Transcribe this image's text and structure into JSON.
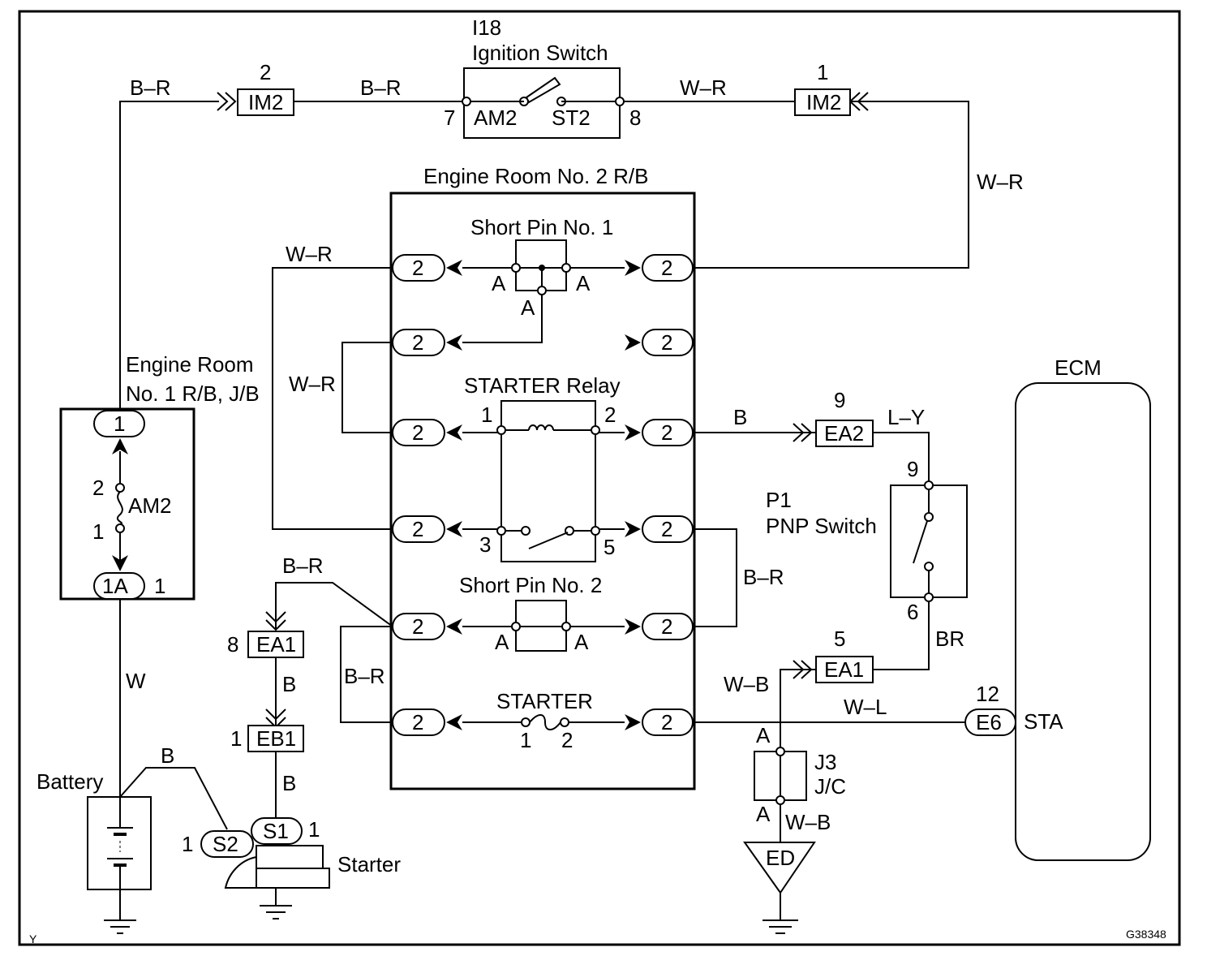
{
  "switch": {
    "code": "I18",
    "name": "Ignition Switch",
    "term_left": "AM2",
    "term_right": "ST2",
    "pin_left": "7",
    "pin_right": "8"
  },
  "conn": {
    "im2": "IM2",
    "im2_left_pin": "2",
    "im2_right_pin": "1",
    "ea2": "EA2",
    "ea2_pin": "9",
    "ea1_top": "EA1",
    "ea1_top_pin": "8",
    "eb1": "EB1",
    "eb1_pin": "1",
    "ea1_right": "EA1",
    "ea1_right_pin": "5",
    "e6": "E6",
    "e6_pin": "12"
  },
  "wires": {
    "br1": "B–R",
    "br2": "B–R",
    "wr_top": "W–R",
    "wr_right": "W–R",
    "wr_left1": "W–R",
    "wr_left2": "W–R",
    "b_relay": "B",
    "ly": "L–Y",
    "br_pnp": "BR",
    "br_mid": "B–R",
    "br_lower": "B–R",
    "br_upper": "B–R",
    "w": "W",
    "b_ea1": "B",
    "b_eb1": "B",
    "b_bat": "B",
    "wb_top": "W–B",
    "wb_bot": "W–B",
    "wl": "W–L"
  },
  "rb2": {
    "title": "Engine Room No. 2 R/B",
    "pin": "2",
    "short_pin1": "Short Pin No. 1",
    "short_pin2": "Short Pin No. 2",
    "starter_relay": "STARTER Relay",
    "starter_fuse": "STARTER",
    "a": "A",
    "relay_p1": "1",
    "relay_p2": "2",
    "relay_p3": "3",
    "relay_p5": "5",
    "fuse_p1": "1",
    "fuse_p2": "2"
  },
  "rb1": {
    "title_line1": "Engine Room",
    "title_line2": "No. 1 R/B, J/B",
    "pin_top": "1",
    "fuse": "AM2",
    "fuse_p2": "2",
    "fuse_p1": "1",
    "pin_bottom": "1A",
    "pin_bottom_num": "1"
  },
  "pnp": {
    "code": "P1",
    "name": "PNP Switch",
    "pin_top": "9",
    "pin_bottom": "6"
  },
  "ecm": {
    "label": "ECM",
    "terminal": "STA"
  },
  "battery": {
    "label": "Battery"
  },
  "starter": {
    "label": "Starter",
    "s1": "S1",
    "s2": "S2",
    "s1_pin": "1",
    "s2_pin": "1"
  },
  "jc": {
    "code": "J3",
    "name": "J/C",
    "a_top": "A",
    "a_bottom": "A"
  },
  "ground": {
    "ed": "ED"
  },
  "footer": {
    "left": "Y",
    "right": "G38348"
  }
}
